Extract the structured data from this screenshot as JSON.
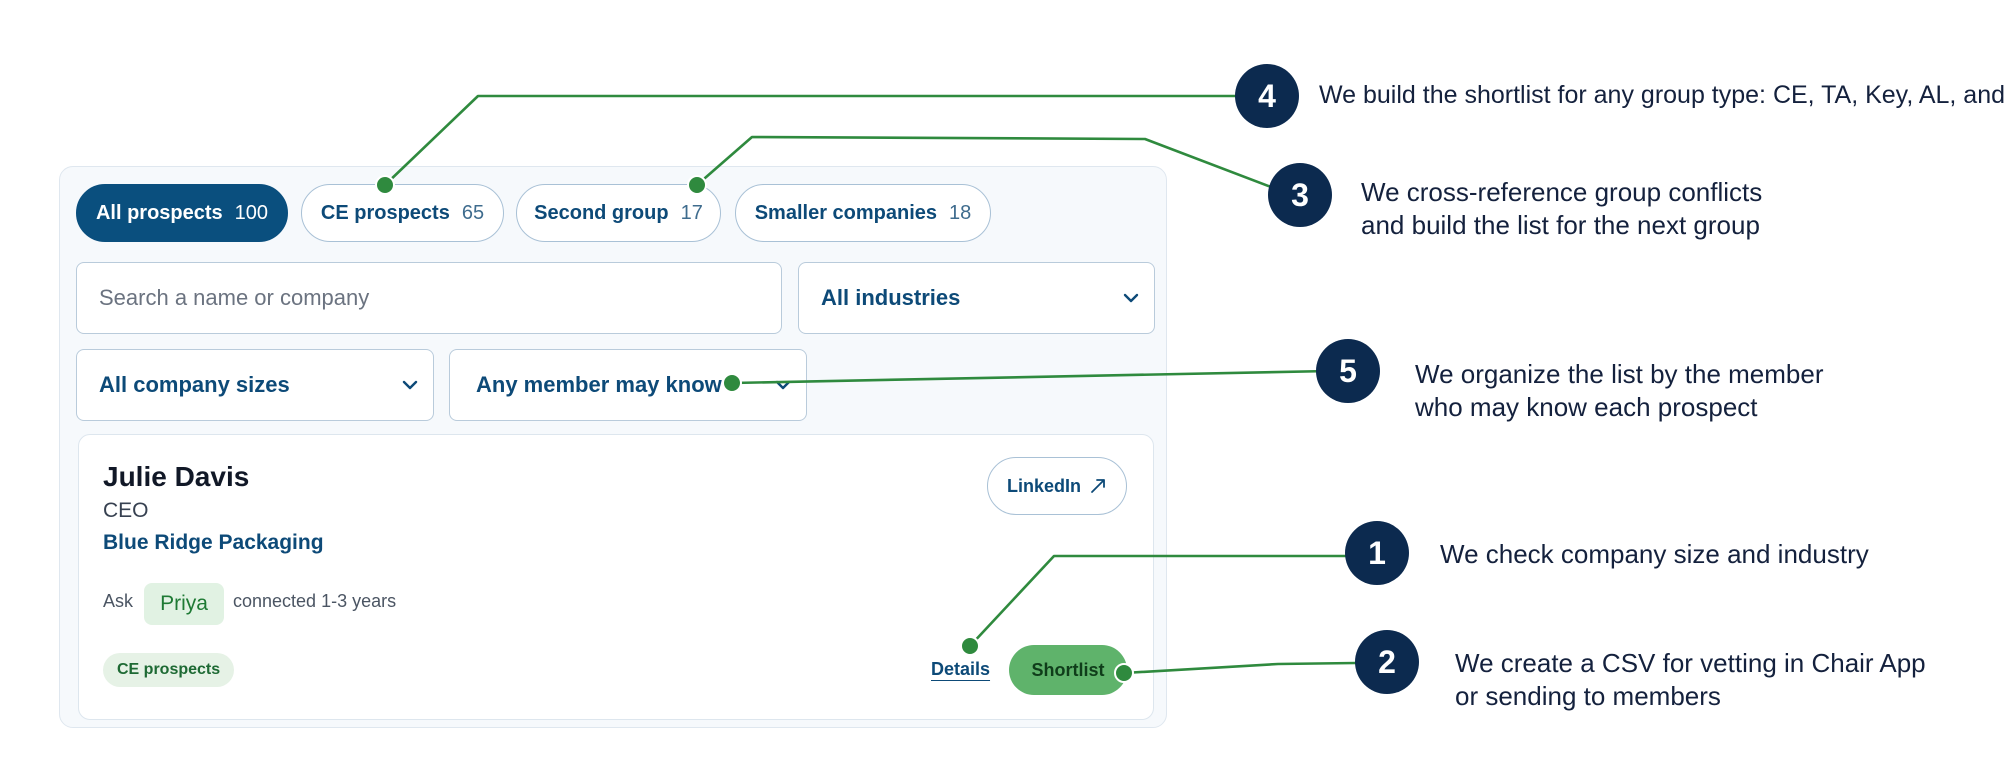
{
  "tabs": [
    {
      "label": "All prospects",
      "count": "100"
    },
    {
      "label": "CE prospects",
      "count": "65"
    },
    {
      "label": "Second group",
      "count": "17"
    },
    {
      "label": "Smaller companies",
      "count": "18"
    }
  ],
  "filters": {
    "search_placeholder": "Search a name or company",
    "industry": "All industries",
    "company_size": "All company sizes",
    "member": "Any member may know"
  },
  "prospect": {
    "name": "Julie Davis",
    "title": "CEO",
    "company": "Blue Ridge Packaging",
    "ask_label": "Ask",
    "member": "Priya",
    "connection": "connected 1-3 years",
    "tag": "CE prospects",
    "linkedin_label": "LinkedIn",
    "details_label": "Details",
    "shortlist_label": "Shortlist"
  },
  "callouts": [
    {
      "number": "1",
      "lines": [
        "We check company size and industry"
      ]
    },
    {
      "number": "2",
      "lines": [
        "We create a CSV for vetting in Chair App",
        "or sending to members"
      ]
    },
    {
      "number": "3",
      "lines": [
        "We cross-reference group conflicts",
        "and build the list for the next group"
      ]
    },
    {
      "number": "4",
      "lines": [
        "We build the shortlist for any group type: CE, TA, Key, AL, and more"
      ]
    },
    {
      "number": "5",
      "lines": [
        "We organize the list by the member",
        "who may know each prospect"
      ]
    }
  ],
  "colors": {
    "primary": "#0a4f7e",
    "callout_badge": "#0c2a4f",
    "leader_line": "#2f8a3e",
    "shortlist_button": "#5fb36b"
  }
}
